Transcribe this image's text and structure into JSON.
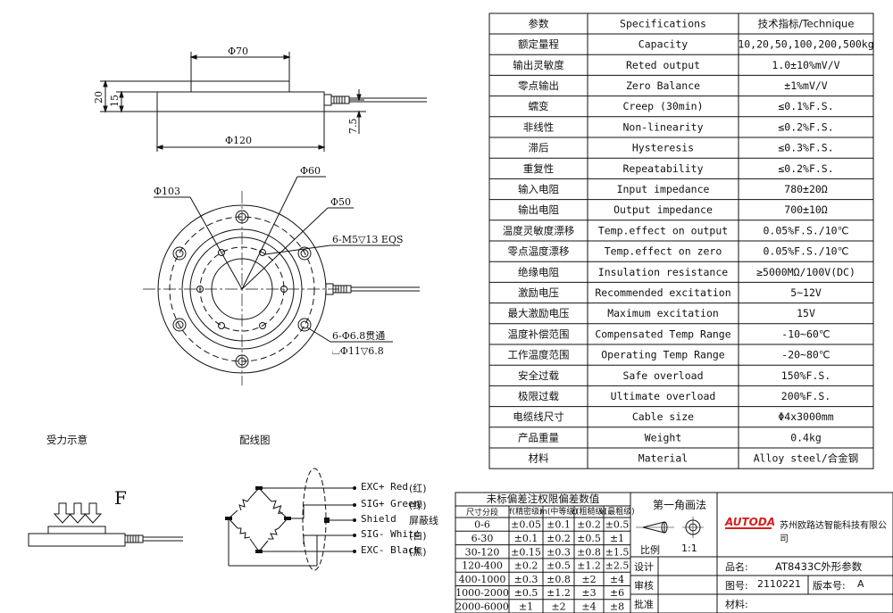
{
  "drawing": {
    "side_view": {
      "d70": "Φ70",
      "d120": "Φ120",
      "h20": "20",
      "h15": "15",
      "h7_5": "7.5"
    },
    "top_view": {
      "d103": "Φ103",
      "d60": "Φ60",
      "d50": "Φ50",
      "thread_note": "6-M5▽13 EQS",
      "hole_note": "6-Φ6.8贯通",
      "cbore_note": "⌴Φ11▽6.8"
    },
    "force_label": "受力示意",
    "wiring_label": "配线图",
    "force_symbol": "F",
    "wires": [
      {
        "name": "EXC+ Red",
        "cn": "(红)"
      },
      {
        "name": "SIG+ Green",
        "cn": "(绿)"
      },
      {
        "name": "Shield",
        "cn": "屏蔽线"
      },
      {
        "name": "SIG- White",
        "cn": "(白)"
      },
      {
        "name": "EXC- Black",
        "cn": "(黑)"
      }
    ]
  },
  "spec_header": {
    "param": "参数",
    "specs": "Specifications",
    "tech": "技术指标/Technique"
  },
  "spec_rows": [
    {
      "cn": "额定量程",
      "en": "Capacity",
      "val": "10,20,50,100,200,500kg"
    },
    {
      "cn": "输出灵敏度",
      "en": "Reted output",
      "val": "1.0±10%mV/V"
    },
    {
      "cn": "零点输出",
      "en": "Zero Balance",
      "val": "±1%mV/V"
    },
    {
      "cn": "蠕变",
      "en": "Creep (30min)",
      "val": "≤0.1%F.S."
    },
    {
      "cn": "非线性",
      "en": "Non-linearity",
      "val": "≤0.2%F.S."
    },
    {
      "cn": "滞后",
      "en": "Hysteresis",
      "val": "≤0.3%F.S."
    },
    {
      "cn": "重复性",
      "en": "Repeatability",
      "val": "≤0.2%F.S."
    },
    {
      "cn": "输入电阻",
      "en": "Input impedance",
      "val": "780±20Ω"
    },
    {
      "cn": "输出电阻",
      "en": "Output impedance",
      "val": "700±10Ω"
    },
    {
      "cn": "温度灵敏度漂移",
      "en": "Temp.effect on output",
      "val": "0.05%F.S./10℃"
    },
    {
      "cn": "零点温度漂移",
      "en": "Temp.effect on zero",
      "val": "0.05%F.S./10℃"
    },
    {
      "cn": "绝缘电阻",
      "en": "Insulation resistance",
      "val": "≥5000MΩ/100V(DC)"
    },
    {
      "cn": "激励电压",
      "en": "Recommended excitation",
      "val": "5~12V"
    },
    {
      "cn": "最大激励电压",
      "en": "Maximum excitation",
      "val": "15V"
    },
    {
      "cn": "温度补偿范围",
      "en": "Compensated Temp Range",
      "val": "-10~60℃"
    },
    {
      "cn": "工作温度范围",
      "en": "Operating Temp Range",
      "val": "-20~80℃"
    },
    {
      "cn": "安全过载",
      "en": "Safe overload",
      "val": "150%F.S."
    },
    {
      "cn": "极限过载",
      "en": "Ultimate overload",
      "val": "200%F.S."
    },
    {
      "cn": "电缆线尺寸",
      "en": "Cable size",
      "val": "Φ4x3000mm"
    },
    {
      "cn": "产品重量",
      "en": "Weight",
      "val": "0.4kg"
    },
    {
      "cn": "材料",
      "en": "Material",
      "val": "Alloy steel/合金钢"
    }
  ],
  "tolerance": {
    "title": "未标偏差注权限偏差数值",
    "col0": "尺寸分段",
    "cols": [
      "f(精密级)",
      "m(中等级)",
      "c(粗糙级)",
      "v(最粗级)"
    ],
    "rows": [
      [
        "0-6",
        "±0.05",
        "±0.1",
        "±0.2",
        "±0.5"
      ],
      [
        "6-30",
        "±0.1",
        "±0.2",
        "±0.5",
        "±1"
      ],
      [
        "30-120",
        "±0.15",
        "±0.3",
        "±0.8",
        "±1.5"
      ],
      [
        "120-400",
        "±0.2",
        "±0.5",
        "±1.2",
        "±2.5"
      ],
      [
        "400-1000",
        "±0.3",
        "±0.8",
        "±2",
        "±4"
      ],
      [
        "1000-2000",
        "±0.5",
        "±1.2",
        "±3",
        "±6"
      ],
      [
        "2000-6000",
        "±1",
        "±2",
        "±4",
        "±8"
      ]
    ]
  },
  "projection": {
    "title": "第一角画法",
    "scale_label": "比例",
    "scale": "1:1"
  },
  "approvals": [
    "设计",
    "审核",
    "批准"
  ],
  "company": {
    "logo": "AUTODA",
    "name": "苏州欧路达智能科技有限公司"
  },
  "title_block": {
    "product_label": "品名:",
    "product": "AT8433C外形参数",
    "drawing_no_label": "图号:",
    "drawing_no": "2110221",
    "version_label": "版本号:",
    "version": "A",
    "material_label": "材料:"
  },
  "colors": {
    "line": "#111111",
    "logo_red": "#d42020"
  }
}
